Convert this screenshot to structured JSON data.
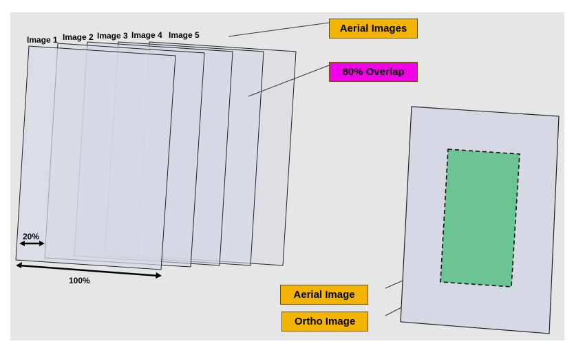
{
  "canvas": {
    "background": "#e6e6e6",
    "page_background": "#ffffff"
  },
  "colors": {
    "sheet_fill": "#d6d9e4",
    "ortho_fill": "#6cc494",
    "gold_label": "#f3b400",
    "magenta_label": "#f000e6"
  },
  "image_stack": {
    "labels": [
      "Image 1",
      "Image 2",
      "Image 3",
      "Image 4",
      "Image 5"
    ]
  },
  "measurements": {
    "overlap_step": "20%",
    "full_width": "100%"
  },
  "callouts": {
    "aerial_images": "Aerial Images",
    "overlap": "80% Overlap",
    "aerial_image": "Aerial Image",
    "ortho_image": "Ortho Image"
  }
}
